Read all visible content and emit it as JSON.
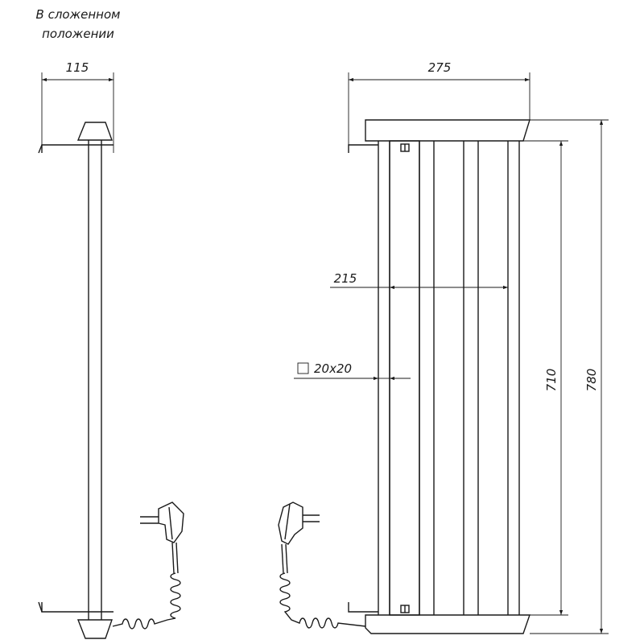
{
  "caption": {
    "line1": "В сложенном",
    "line2": "положении"
  },
  "dimensions": {
    "folded_width": "115",
    "total_width": "275",
    "inner_width": "215",
    "tube_section": "20x20",
    "tube_height": "710",
    "total_height": "780"
  }
}
